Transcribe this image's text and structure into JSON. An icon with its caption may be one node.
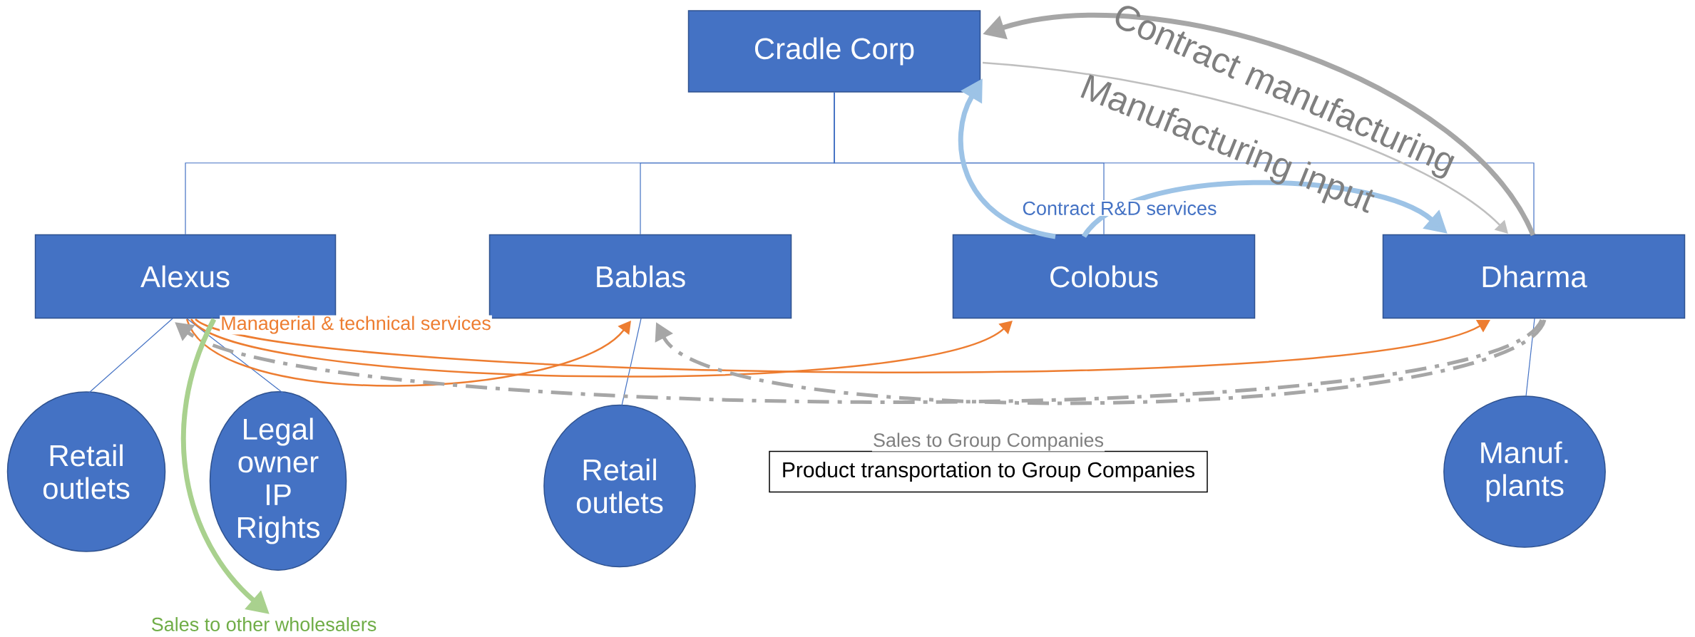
{
  "diagram": {
    "nodes": [
      {
        "text": [
          "Cradle Corp"
        ]
      },
      {
        "text": [
          "Alexus"
        ]
      },
      {
        "text": [
          "Bablas"
        ]
      },
      {
        "text": [
          "Colobus"
        ]
      },
      {
        "text": [
          "Dharma"
        ]
      },
      {
        "text": [
          "Retail outlets"
        ]
      },
      {
        "text": [
          "Legal owner IP Rights"
        ]
      },
      {
        "text": [
          "Retail outlets"
        ]
      },
      {
        "text": [
          "Manuf. plants"
        ]
      },
      {
        "text": [
          "Product transportation to Group Companies"
        ]
      }
    ],
    "edges": [
      {
        "from": 0,
        "to": 1,
        "arrow": "none"
      },
      {
        "from": 0,
        "to": 2,
        "arrow": "none"
      },
      {
        "from": 0,
        "to": 3,
        "arrow": "none"
      },
      {
        "from": 0,
        "to": 4,
        "arrow": "none"
      },
      {
        "from": 1,
        "to": 5,
        "arrow": "none"
      },
      {
        "from": 1,
        "to": 6,
        "arrow": "none"
      },
      {
        "from": 2,
        "to": 7,
        "arrow": "none"
      },
      {
        "from": 4,
        "to": 8,
        "arrow": "none"
      },
      {
        "from": 4,
        "to": 0,
        "arrow": "to",
        "label": "Contract manufacturing",
        "style": "thick",
        "color": "#a6a6a6"
      },
      {
        "from": 0,
        "to": 4,
        "arrow": "to",
        "label": "Manufacturing input",
        "color": "#bfbfbf"
      },
      {
        "from": 3,
        "to": 0,
        "arrow": "to",
        "style": "thick",
        "color": "#9dc3e6"
      },
      {
        "from": 3,
        "to": 4,
        "arrow": "to",
        "label": "Contract R&D services",
        "style": "thick",
        "color": "#9dc3e6"
      },
      {
        "from": 1,
        "to": 2,
        "arrow": "to",
        "label": "Managerial & technical services",
        "color": "#ed7d31"
      },
      {
        "from": 1,
        "to": 3,
        "arrow": "to",
        "color": "#ed7d31"
      },
      {
        "from": 1,
        "to": 4,
        "arrow": "to",
        "color": "#ed7d31"
      },
      {
        "from": 4,
        "to": 1,
        "arrow": "to",
        "label": "Sales to Group Companies",
        "style": "dashed",
        "color": "#a6a6a6"
      },
      {
        "from": 4,
        "to": 2,
        "arrow": "to",
        "style": "dashed",
        "color": "#a6a6a6"
      },
      {
        "from": 1,
        "to": null,
        "arrow": "to",
        "label": "Sales to other wholesalers",
        "style": "thick",
        "color": "#a9d18e"
      }
    ]
  }
}
